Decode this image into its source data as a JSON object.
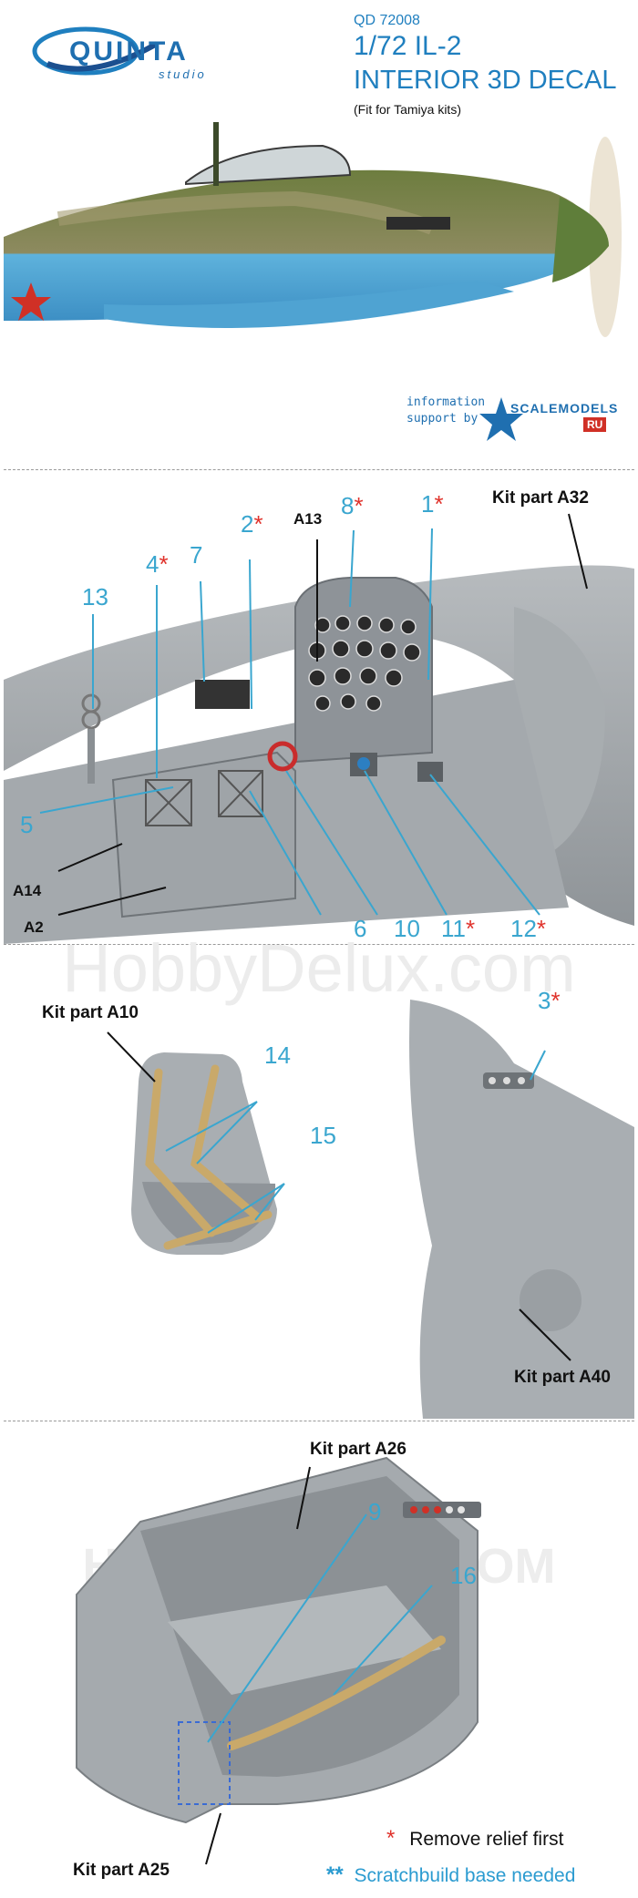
{
  "header": {
    "brand": "QUINTA",
    "brand_sub": "studio",
    "code": "QD 72008",
    "scale_model": "1/72 IL-2",
    "product": "INTERIOR 3D DECAL",
    "fit": "(Fit for Tamiya kits)",
    "info_line1": "information",
    "info_line2": "support by",
    "partner": "SCALEMODELS",
    "partner_tld": "RU"
  },
  "cockpit": {
    "kit_part_a32": "Kit part A32",
    "a13": "A13",
    "a14": "A14",
    "a2": "A2",
    "callouts": [
      {
        "n": "13",
        "star": ""
      },
      {
        "n": "4",
        "star": "*"
      },
      {
        "n": "7",
        "star": ""
      },
      {
        "n": "2",
        "star": "*"
      },
      {
        "n": "8",
        "star": "*"
      },
      {
        "n": "1",
        "star": "*"
      },
      {
        "n": "5",
        "star": ""
      },
      {
        "n": "6",
        "star": ""
      },
      {
        "n": "10",
        "star": ""
      },
      {
        "n": "11",
        "star": "*"
      },
      {
        "n": "12",
        "star": "*"
      }
    ]
  },
  "watermark": "HobbyDelux.com",
  "seat": {
    "kit_part_a10": "Kit part A10",
    "n14": "14",
    "n15": "15",
    "n3": "3",
    "n3_star": "*",
    "kit_part_a40": "Kit part A40"
  },
  "tub": {
    "kit_part_a26": "Kit part A26",
    "n9": "9",
    "n16": "16",
    "kit_part_a25": "Kit part A25",
    "watermark2": "HOBBYDELUX.COM"
  },
  "legend": {
    "star_symbol": "*",
    "star_text": "Remove relief first",
    "dstar_symbol": "**",
    "dstar_text": "Scratchbuild base needed"
  },
  "colors": {
    "accent_blue": "#3aa6cf",
    "star_red": "#e0322b",
    "plastic_grey": "#9ea3a7"
  }
}
